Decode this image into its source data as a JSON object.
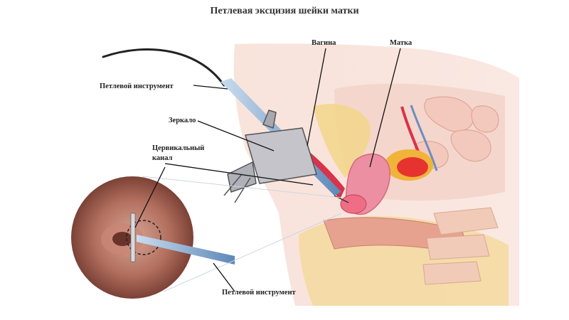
{
  "title": "Петлевая эксцизия шейки матки",
  "labels": {
    "vagina": "Вагина",
    "uterus": "Матка",
    "loop_tool_top": "Петлевой инструмент",
    "speculum": "Зеркало",
    "cervical_canal_line1": "Цервикальный",
    "cervical_canal_line2": "канал",
    "loop_tool_bottom": "Петлевой инструмент"
  },
  "colors": {
    "skin": "#f6d9cf",
    "tissue_pink": "#ec8fa3",
    "deep_red": "#d8334a",
    "fat_yellow": "#f3d68a",
    "instrument_blue": "#8fb3d8",
    "speculum_grey": "#9a9aa2",
    "inset_brown": "#8a4c3e"
  }
}
